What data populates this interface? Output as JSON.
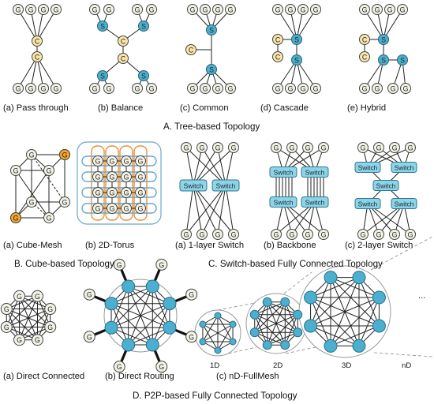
{
  "nodes": {
    "gpu": "G",
    "cpu": "C",
    "switch_node": "S",
    "switch_box": "Switch"
  },
  "colors": {
    "gpu_fill": "#f0f3e6",
    "cpu_fill": "#f9e6a8",
    "switch_fill": "#4bb0cf",
    "highlight_fill": "#f2a62b",
    "switch_box_fill": "#8fd3e6",
    "torus_orange": "#e8923a",
    "torus_blue": "#6aa7cf"
  },
  "tree": {
    "title": "A. Tree-based Topology",
    "captions": [
      "(a) Pass through",
      "(b) Balance",
      "(c) Common",
      "(d) Cascade",
      "(e) Hybrid"
    ]
  },
  "cube": {
    "title": "B. Cube-based Topology",
    "captions": [
      "(a) Cube-Mesh",
      "(b) 2D-Torus"
    ]
  },
  "switch": {
    "title": "C. Switch-based Fully Connected Topology",
    "captions": [
      "(a) 1-layer Switch",
      "(b) Backbone",
      "(c) 2-layer Switch"
    ]
  },
  "p2p": {
    "title": "D. P2P-based Fully Connected Topology",
    "captions": [
      "(a) Direct Connected",
      "(b) Direct Routing",
      "(c) nD-FullMesh"
    ],
    "dims": [
      "1D",
      "2D",
      "3D",
      "nD"
    ],
    "ellipsis": "..."
  }
}
